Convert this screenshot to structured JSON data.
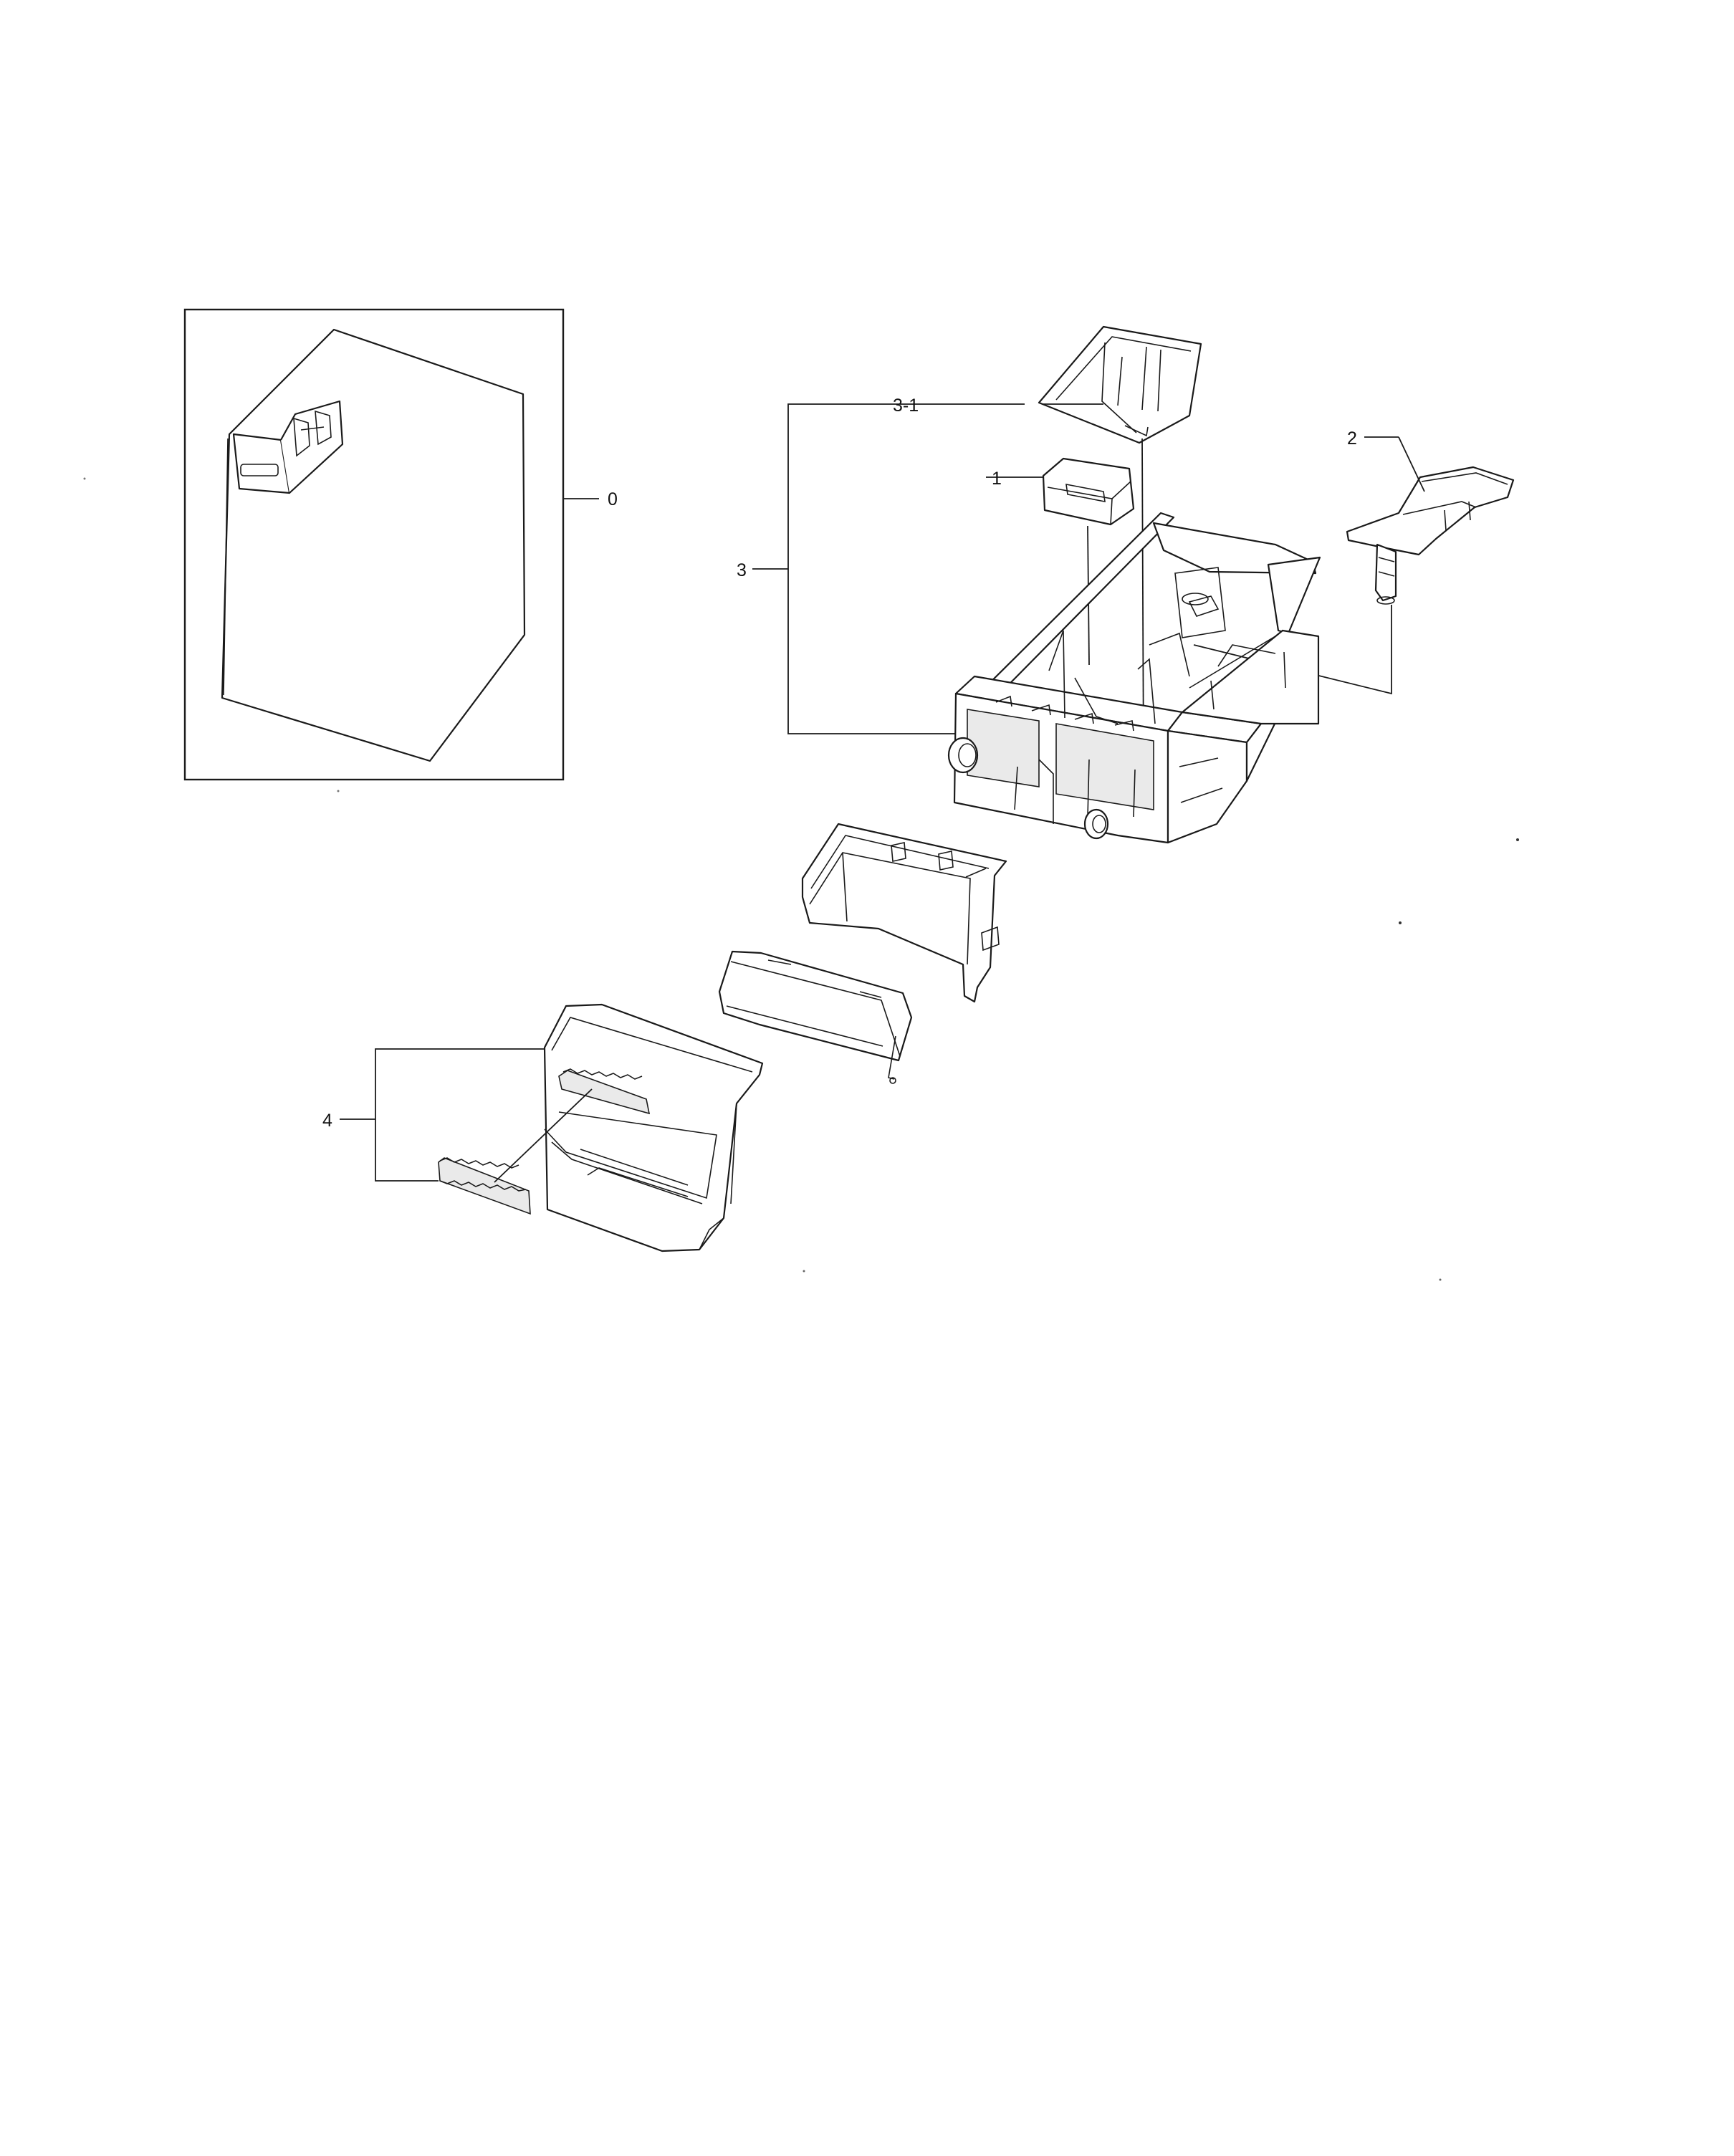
{
  "callouts": {
    "assembly": "0",
    "part_1": "1",
    "part_2": "2",
    "part_3": "3",
    "part_3_1": "3-1",
    "part_4": "4"
  }
}
